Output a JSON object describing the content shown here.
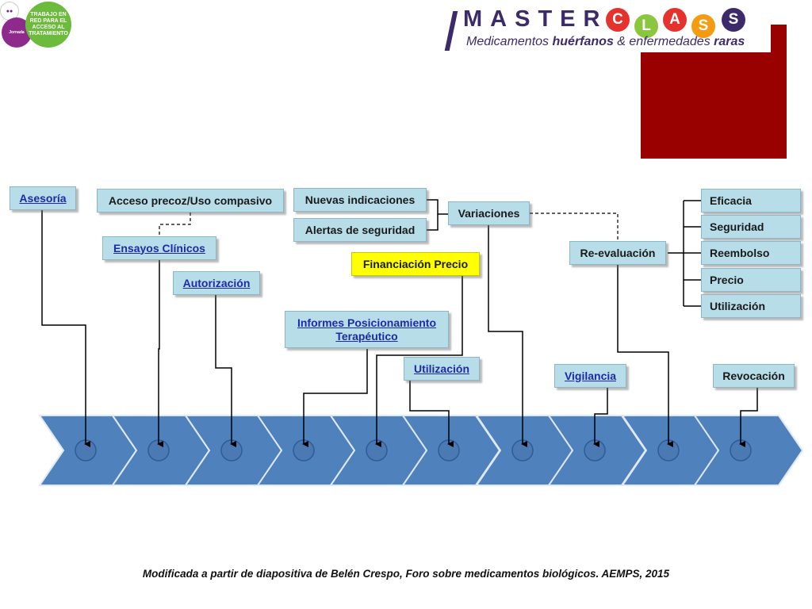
{
  "logo_left": {
    "green_text": "TRABAJO EN RED PARA EL ACCESO AL TRATAMIENTO",
    "purple_text": "Jornada"
  },
  "masterclass": {
    "prefix": "MASTER",
    "letters": [
      "C",
      "L",
      "A",
      "S",
      "S"
    ],
    "subtitle_1": "Medicamentos ",
    "subtitle_2": "huérfanos",
    "subtitle_3": " & enfermedades ",
    "subtitle_4": "raras"
  },
  "boxes": {
    "asesoria": "Asesoría",
    "acceso_precoz": "Acceso precoz/Uso compasivo",
    "ensayos": "Ensayos Clínicos",
    "autorizacion": "Autorización",
    "nuevas_indicaciones": "Nuevas indicaciones",
    "alertas": "Alertas de seguridad",
    "variaciones": "Variaciones",
    "financiacion": "Financiación Precio",
    "informes_1": "Informes Posicionamiento",
    "informes_2": "Terapéutico",
    "utilizacion": "Utilización",
    "vigilancia": "Vigilancia",
    "reevaluacion": "Re-evaluación",
    "revocacion": "Revocación",
    "eficacia": "Eficacia",
    "seguridad": "Seguridad",
    "reembolso": "Reembolso",
    "precio": "Precio",
    "utilizacion_2": "Utilización"
  },
  "colors": {
    "chevron": "#4f81bd",
    "box": "#b7dde8",
    "highlight": "#ffff00",
    "accent_red": "#990000"
  },
  "caption": "Modificada a partir de diapositiva de Belén Crespo, Foro sobre medicamentos biológicos. AEMPS, 2015"
}
